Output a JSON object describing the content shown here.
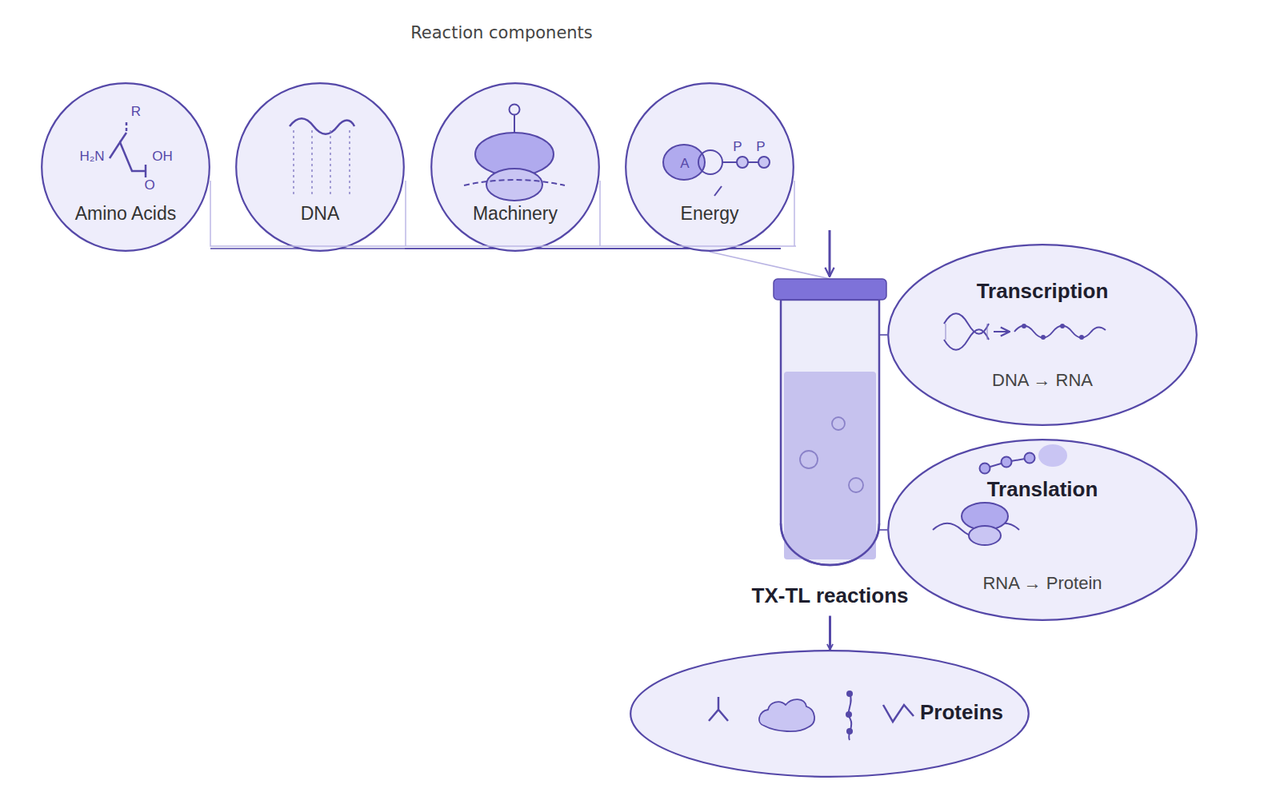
{
  "diagram": {
    "title": "Reaction components",
    "nodes": [
      {
        "text": [
          "Amino Acids"
        ]
      },
      {
        "text": [
          "DNA"
        ]
      },
      {
        "text": [
          "Machinery"
        ]
      },
      {
        "text": [
          "Energy"
        ]
      },
      {
        "text": [
          "TX-TL reactions"
        ]
      },
      {
        "text": [
          "Transcription",
          "DNA → RNA"
        ]
      },
      {
        "text": [
          "Translation",
          "RNA → Protein"
        ]
      },
      {
        "text": [
          "Proteins"
        ]
      }
    ],
    "edges": [
      {
        "from": 0,
        "to": 4,
        "arrow": "none"
      },
      {
        "from": 1,
        "to": 4,
        "arrow": "none"
      },
      {
        "from": 2,
        "to": 4,
        "arrow": "none"
      },
      {
        "from": 3,
        "to": 4,
        "arrow": "none"
      },
      {
        "from": 4,
        "to": 5,
        "arrow": "none"
      },
      {
        "from": 4,
        "to": 6,
        "arrow": "none"
      },
      {
        "from": 4,
        "to": 7,
        "arrow": "to"
      }
    ],
    "labels": [
      "R",
      "H₂N",
      "OH",
      "O",
      "A",
      "P",
      "P"
    ]
  }
}
